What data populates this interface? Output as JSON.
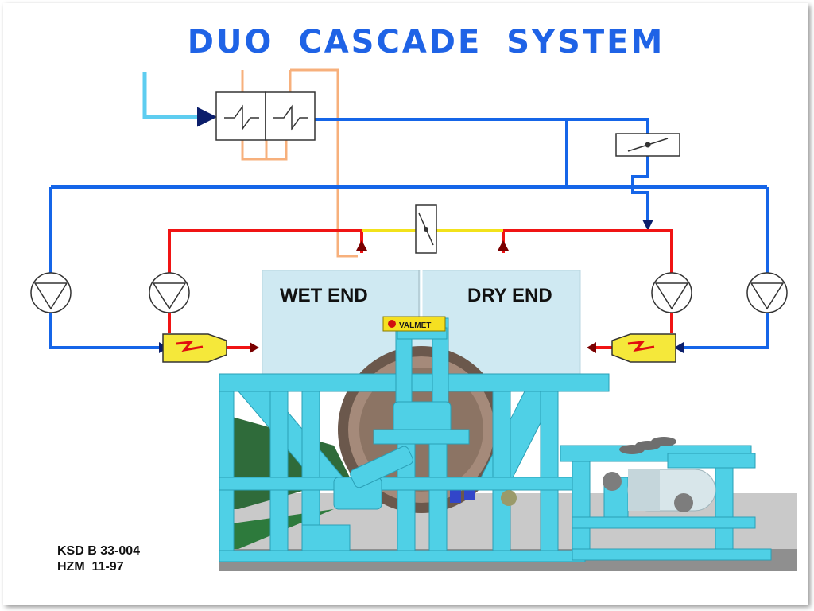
{
  "title": "DUO CASCADE SYSTEM",
  "sections": {
    "wet_end": "WET END",
    "dry_end": "DRY END"
  },
  "badge": "VALMET",
  "reference": {
    "line1": "KSD B 33-004",
    "line2": "HZM  11-97"
  },
  "colors": {
    "title": "#1f63e6",
    "condensate_line": "#1565e8",
    "feed_line": "#5ecdf0",
    "steam_line": "#f01414",
    "crossover_line": "#f2e21b",
    "vent_line": "#f7b07c",
    "burner": "#f5e83a",
    "hood": "#cfe9f2",
    "machine_frame": "#4fd0e6"
  }
}
